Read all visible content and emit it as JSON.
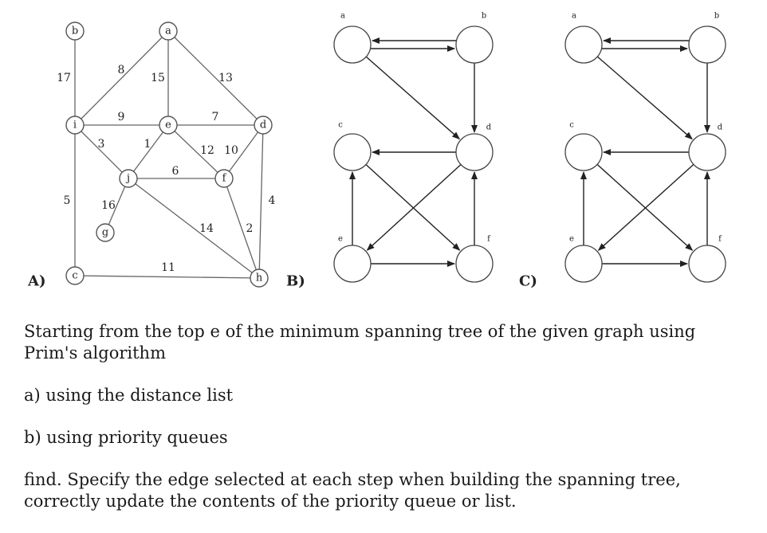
{
  "panels": {
    "a": {
      "label": "A)",
      "nodes": [
        {
          "id": "b",
          "label": "b"
        },
        {
          "id": "a",
          "label": "a"
        },
        {
          "id": "i",
          "label": "i"
        },
        {
          "id": "e",
          "label": "e"
        },
        {
          "id": "d",
          "label": "d"
        },
        {
          "id": "j",
          "label": "j"
        },
        {
          "id": "f",
          "label": "f"
        },
        {
          "id": "g",
          "label": "g"
        },
        {
          "id": "c",
          "label": "c"
        },
        {
          "id": "h",
          "label": "h"
        }
      ],
      "edges": [
        {
          "from": "b",
          "to": "i",
          "weight": "17"
        },
        {
          "from": "a",
          "to": "i",
          "weight": "8"
        },
        {
          "from": "a",
          "to": "e",
          "weight": "15"
        },
        {
          "from": "a",
          "to": "d",
          "weight": "13"
        },
        {
          "from": "i",
          "to": "e",
          "weight": "9"
        },
        {
          "from": "e",
          "to": "d",
          "weight": "7"
        },
        {
          "from": "i",
          "to": "j",
          "weight": "3"
        },
        {
          "from": "e",
          "to": "j",
          "weight": "1"
        },
        {
          "from": "e",
          "to": "f",
          "weight": "12"
        },
        {
          "from": "d",
          "to": "f",
          "weight": "10"
        },
        {
          "from": "j",
          "to": "f",
          "weight": "6"
        },
        {
          "from": "i",
          "to": "c",
          "weight": "5"
        },
        {
          "from": "j",
          "to": "g",
          "weight": "16"
        },
        {
          "from": "d",
          "to": "h",
          "weight": "4"
        },
        {
          "from": "j",
          "to": "h",
          "weight": "14"
        },
        {
          "from": "f",
          "to": "h",
          "weight": "2"
        },
        {
          "from": "c",
          "to": "h",
          "weight": "11"
        }
      ]
    },
    "b": {
      "label": "B)",
      "nodes": [
        {
          "id": "a",
          "label": "a"
        },
        {
          "id": "b",
          "label": "b"
        },
        {
          "id": "c",
          "label": "c"
        },
        {
          "id": "d",
          "label": "d"
        },
        {
          "id": "e",
          "label": "e"
        },
        {
          "id": "f",
          "label": "f"
        }
      ],
      "arcs": [
        {
          "from": "b",
          "to": "a"
        },
        {
          "from": "a",
          "to": "b"
        },
        {
          "from": "a",
          "to": "d"
        },
        {
          "from": "b",
          "to": "d"
        },
        {
          "from": "d",
          "to": "c"
        },
        {
          "from": "d",
          "to": "e"
        },
        {
          "from": "c",
          "to": "f"
        },
        {
          "from": "e",
          "to": "c"
        },
        {
          "from": "e",
          "to": "f"
        },
        {
          "from": "f",
          "to": "d"
        }
      ]
    },
    "c": {
      "label": "C)",
      "nodes": [
        {
          "id": "a",
          "label": "a"
        },
        {
          "id": "b",
          "label": "b"
        },
        {
          "id": "c",
          "label": "c"
        },
        {
          "id": "d",
          "label": "d"
        },
        {
          "id": "e",
          "label": "e"
        },
        {
          "id": "f",
          "label": "f"
        }
      ],
      "arcs": [
        {
          "from": "b",
          "to": "a"
        },
        {
          "from": "a",
          "to": "b"
        },
        {
          "from": "a",
          "to": "d"
        },
        {
          "from": "b",
          "to": "d"
        },
        {
          "from": "d",
          "to": "c"
        },
        {
          "from": "d",
          "to": "e"
        },
        {
          "from": "c",
          "to": "f"
        },
        {
          "from": "e",
          "to": "c"
        },
        {
          "from": "e",
          "to": "f"
        },
        {
          "from": "f",
          "to": "d"
        }
      ]
    }
  },
  "question": {
    "intro": "Starting from the top e of the minimum spanning tree of the given graph using Prim's algorithm",
    "part_a": "a) using the distance list",
    "part_b": "b) using priority queues",
    "closing": "find. Specify the edge selected at each step when building the spanning tree, correctly update the contents of the priority queue or list."
  }
}
